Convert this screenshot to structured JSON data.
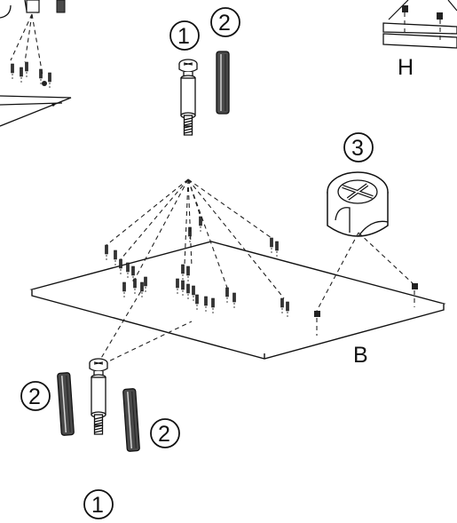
{
  "callouts": {
    "part_1": "1",
    "part_2": "2",
    "part_3": "3"
  },
  "panel_labels": {
    "b": "B",
    "h": "H"
  },
  "colors": {
    "ink": "#111111",
    "paper": "#ffffff",
    "dowel": "#4a4a4a"
  }
}
